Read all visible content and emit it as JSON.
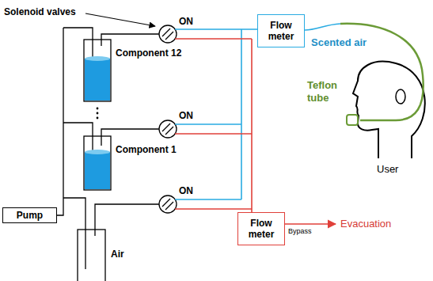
{
  "diagram": {
    "nodes": [
      {
        "text": [
          "Flow meter"
        ]
      },
      {
        "text": [
          "Pump"
        ]
      },
      {
        "text": [
          "Flow meter"
        ]
      }
    ],
    "labels": [
      "Solenoid valves",
      "ON",
      "ON",
      "ON",
      "Component 12",
      "Component 1",
      "Air",
      "Scented air",
      "Teflon tube",
      "User",
      "Bypass",
      "Evacuation"
    ]
  }
}
